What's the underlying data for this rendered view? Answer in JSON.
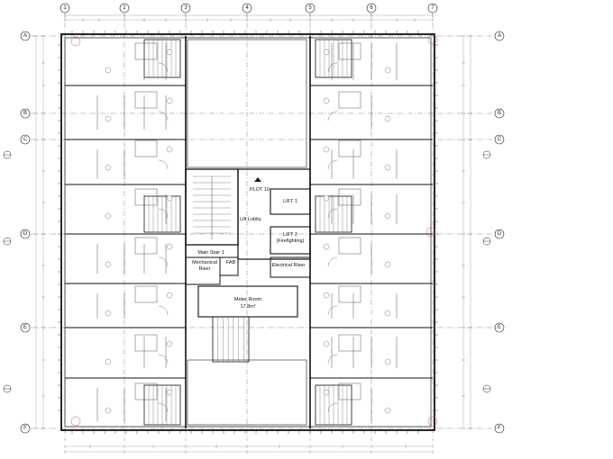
{
  "plan": {
    "gridlines_vertical": [
      "1",
      "2",
      "3",
      "4",
      "5",
      "6",
      "7"
    ],
    "gridlines_horizontal": [
      "A",
      "B",
      "C",
      "D",
      "E",
      "F"
    ],
    "rooms": {
      "plot": "PLOT 10",
      "lift1": "LIFT 1",
      "lift_lobby": "Lift Lobby",
      "lift2_a": "LIFT 2",
      "lift2_b": "(Firefighting)",
      "main_stair": "Main Stair 1",
      "mech_a": "Mechanical",
      "mech_b": "Riser",
      "fab": "FAB",
      "electrical": "Electrical Riser",
      "meter_a": "Meter Room",
      "meter_b": "17.8m²"
    },
    "colors": {
      "line": "#1a1a1a",
      "wall": "#111111",
      "thin": "#555555",
      "dim": "#777777",
      "accent": "#c04a8a"
    }
  }
}
